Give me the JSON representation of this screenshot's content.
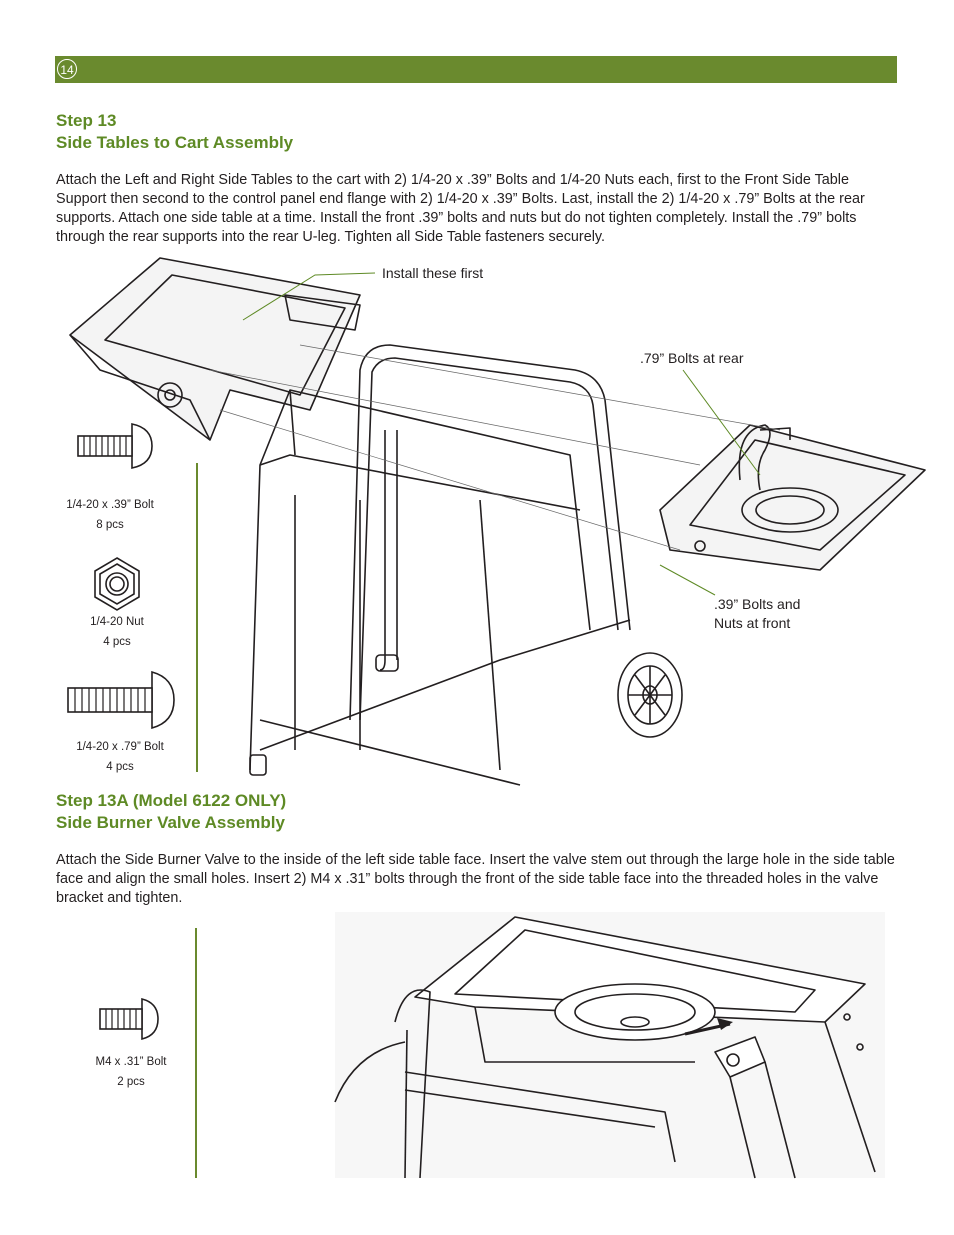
{
  "header": {
    "page_number": "14"
  },
  "step13": {
    "title_line1": "Step 13",
    "title_line2": "Side Tables to Cart Assembly",
    "paragraph": "Attach the Left and Right Side Tables to the cart with 2) 1/4-20 x .39” Bolts and 1/4-20 Nuts each, first to the Front Side Table Support then second to the control panel end flange with 2) 1/4-20 x .39” Bolts. Last, install the 2) 1/4-20 x .79” Bolts at the rear supports. Attach one side table at a time. Install the front .39” bolts and nuts but do not tighten completely. Install the .79” bolts through the rear supports into the rear U-leg. Tighten all Side Table fasteners securely.",
    "callouts": {
      "install_first": "Install these first",
      "rear_bolts": ".79” Bolts at rear",
      "front_bolts_line1": ".39” Bolts and",
      "front_bolts_line2": "Nuts at front"
    },
    "parts": [
      {
        "name": "1/4-20 x .39” Bolt",
        "qty": "8 pcs"
      },
      {
        "name": "1/4-20 Nut",
        "qty": "4 pcs"
      },
      {
        "name": "1/4-20 x .79” Bolt",
        "qty": "4 pcs"
      }
    ]
  },
  "step13a": {
    "title_line1": "Step 13A (Model 6122 ONLY)",
    "title_line2": "Side Burner Valve Assembly",
    "paragraph": "Attach the Side Burner Valve to the inside of the left side table face. Insert the valve stem out through the large hole in the side table face and align the small holes. Insert 2) M4 x .31” bolts through the front of the side table face into the threaded holes in the valve bracket and tighten.",
    "parts": [
      {
        "name": "M4 x .31” Bolt",
        "qty": "2 pcs"
      }
    ]
  },
  "colors": {
    "accent_green": "#6a8a2e",
    "heading_green": "#5e8a25",
    "text": "#231f20"
  }
}
